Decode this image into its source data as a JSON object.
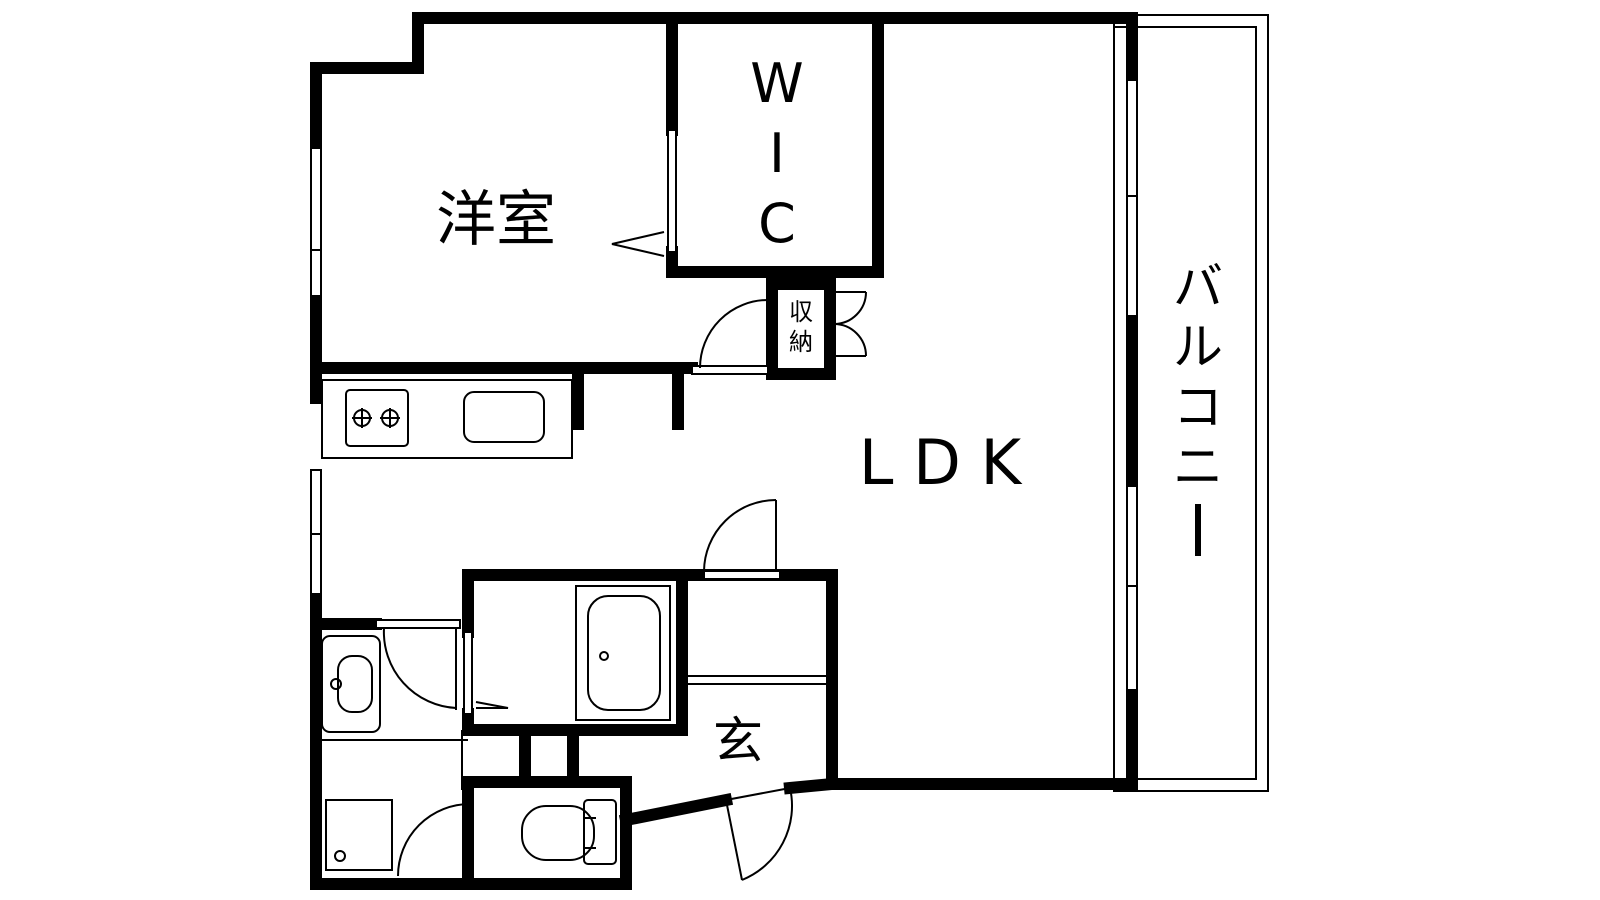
{
  "rooms": {
    "western_room": "洋室",
    "walk_in_closet": [
      "W",
      "I",
      "C"
    ],
    "storage": [
      "収",
      "納"
    ],
    "ldk": "L D K",
    "balcony": [
      "バ",
      "ル",
      "コ",
      "ニ",
      "ー"
    ],
    "entrance": "玄"
  }
}
